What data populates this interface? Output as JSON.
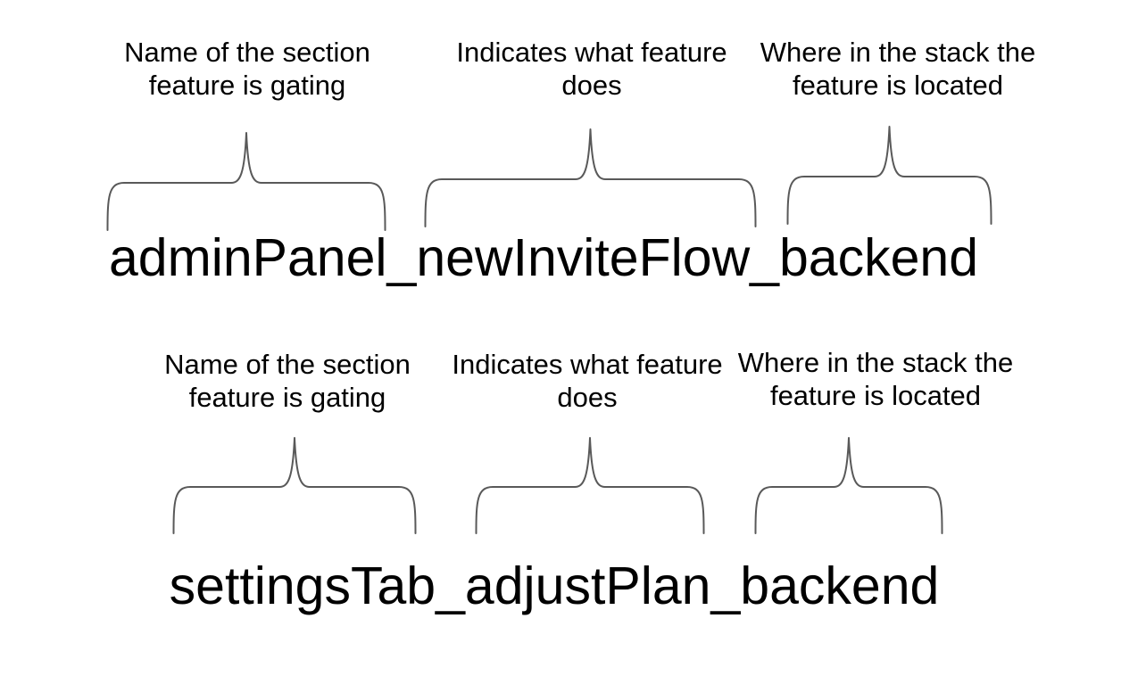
{
  "page": {
    "background": "#ffffff"
  },
  "diagram": {
    "brace_color": "#595959",
    "text_color": "#000000",
    "examples": [
      {
        "flag_name": "adminPanel_newInviteFlow_backend",
        "annotations": [
          {
            "line1": "Name of the section",
            "line2": "feature is gating"
          },
          {
            "line1": "Indicates what feature",
            "line2": "does"
          },
          {
            "line1": "Where in the stack the",
            "line2": "feature is located"
          }
        ]
      },
      {
        "flag_name": "settingsTab_adjustPlan_backend",
        "annotations": [
          {
            "line1": "Name of the section",
            "line2": "feature is gating"
          },
          {
            "line1": "Indicates what feature",
            "line2": "does"
          },
          {
            "line1": "Where in the stack the",
            "line2": "feature is located"
          }
        ]
      }
    ]
  }
}
